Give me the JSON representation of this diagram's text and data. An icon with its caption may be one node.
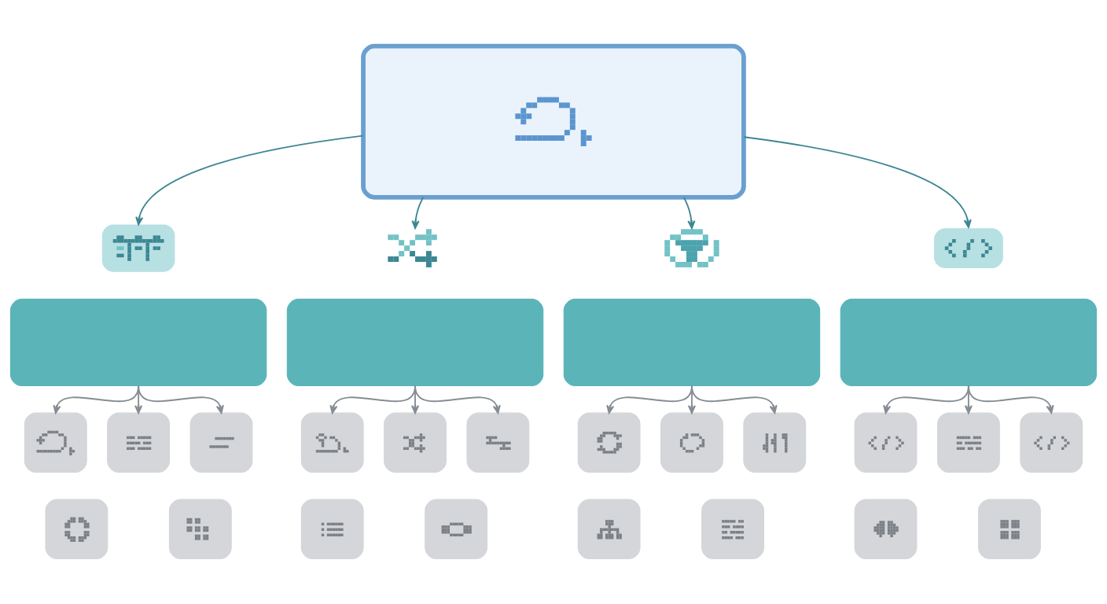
{
  "diagram": {
    "nodes": [
      {
        "text": [],
        "shape": "box"
      },
      {
        "text": [],
        "shape": "picture"
      },
      {
        "text": [],
        "shape": "picture"
      },
      {
        "text": [],
        "shape": "picture"
      },
      {
        "text": [],
        "shape": "picture"
      },
      {
        "text": [],
        "shape": "box"
      },
      {
        "text": [],
        "shape": "box"
      },
      {
        "text": [],
        "shape": "box"
      },
      {
        "text": [],
        "shape": "box"
      },
      {
        "text": [],
        "shape": "box"
      },
      {
        "text": [],
        "shape": "box"
      },
      {
        "text": [],
        "shape": "box"
      },
      {
        "text": [],
        "shape": "box"
      },
      {
        "text": [],
        "shape": "box"
      },
      {
        "text": [],
        "shape": "box"
      },
      {
        "text": [],
        "shape": "box"
      },
      {
        "text": [],
        "shape": "box"
      },
      {
        "text": [],
        "shape": "box"
      },
      {
        "text": [],
        "shape": "box"
      },
      {
        "text": [],
        "shape": "box"
      },
      {
        "text": [],
        "shape": "box"
      },
      {
        "text": [],
        "shape": "box"
      },
      {
        "text": [],
        "shape": "box"
      },
      {
        "text": [],
        "shape": "box"
      },
      {
        "text": [],
        "shape": "box"
      },
      {
        "text": [],
        "shape": "box"
      },
      {
        "text": [],
        "shape": "box"
      },
      {
        "text": [],
        "shape": "box"
      },
      {
        "text": [],
        "shape": "box"
      }
    ],
    "edges": [
      {
        "from": 0,
        "to": 1,
        "arrow": "to",
        "color": "#3e8693"
      },
      {
        "from": 0,
        "to": 2,
        "arrow": "to",
        "color": "#3e8693"
      },
      {
        "from": 0,
        "to": 3,
        "arrow": "to",
        "color": "#3e8693"
      },
      {
        "from": 0,
        "to": 4,
        "arrow": "to",
        "color": "#3e8693"
      },
      {
        "from": 5,
        "to": 9,
        "arrow": "to"
      },
      {
        "from": 5,
        "to": 10,
        "arrow": "to"
      },
      {
        "from": 5,
        "to": 11,
        "arrow": "to"
      },
      {
        "from": 6,
        "to": 12,
        "arrow": "to"
      },
      {
        "from": 6,
        "to": 13,
        "arrow": "to"
      },
      {
        "from": 6,
        "to": 14,
        "arrow": "to"
      },
      {
        "from": 7,
        "to": 15,
        "arrow": "to"
      },
      {
        "from": 7,
        "to": 16,
        "arrow": "to"
      },
      {
        "from": 7,
        "to": 17,
        "arrow": "to"
      },
      {
        "from": 8,
        "to": 18,
        "arrow": "to"
      },
      {
        "from": 8,
        "to": 19,
        "arrow": "to"
      },
      {
        "from": 8,
        "to": 20,
        "arrow": "to"
      }
    ]
  }
}
